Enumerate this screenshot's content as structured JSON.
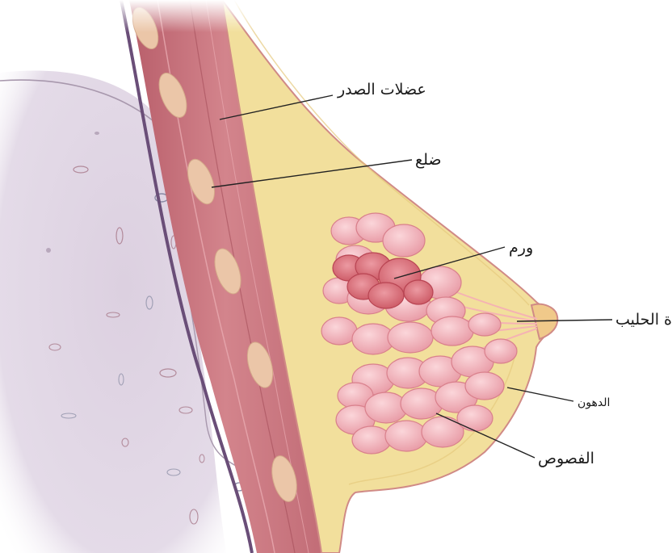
{
  "labels": {
    "chest_muscles": "عضلات الصدر",
    "rib": "ضلع",
    "tumor": "ورم",
    "milk_duct": "قناة الحليب",
    "fat": "الدهون",
    "lobules": "الفصوص"
  },
  "colors": {
    "lung": "#ddd2e2",
    "muscle": "#c8707a",
    "rib": "#ebc6a8",
    "fat": "#f2df9c",
    "lobule": "#f0b3bb",
    "tumor": "#d9707c",
    "skin_edge": "#d08a86"
  }
}
